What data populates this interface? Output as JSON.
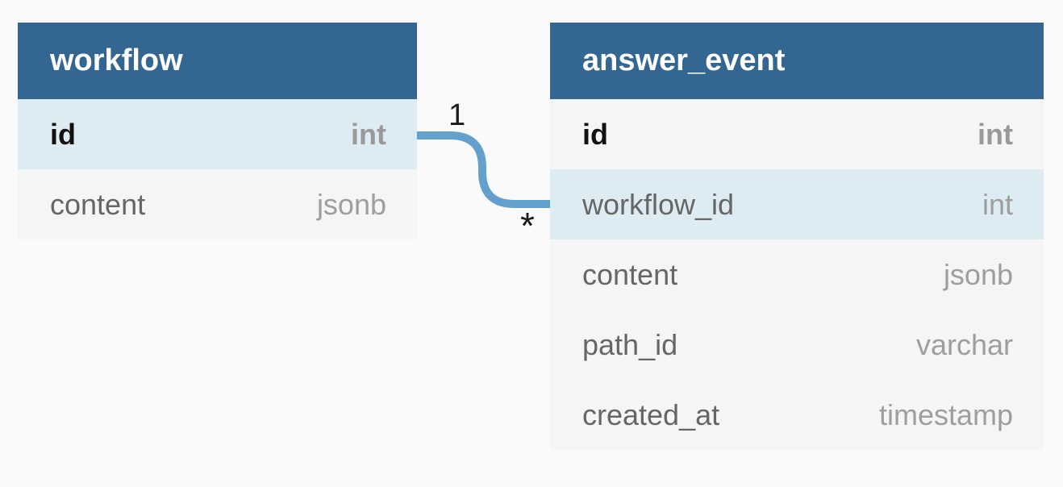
{
  "diagram": {
    "tables": [
      {
        "name": "workflow",
        "fields": [
          {
            "name": "id",
            "type": "int",
            "pk": true,
            "highlight": true
          },
          {
            "name": "content",
            "type": "jsonb",
            "pk": false,
            "highlight": false
          }
        ]
      },
      {
        "name": "answer_event",
        "fields": [
          {
            "name": "id",
            "type": "int",
            "pk": true,
            "highlight": false
          },
          {
            "name": "workflow_id",
            "type": "int",
            "pk": false,
            "highlight": true
          },
          {
            "name": "content",
            "type": "jsonb",
            "pk": false,
            "highlight": false
          },
          {
            "name": "path_id",
            "type": "varchar",
            "pk": false,
            "highlight": false
          },
          {
            "name": "created_at",
            "type": "timestamp",
            "pk": false,
            "highlight": false
          }
        ]
      }
    ],
    "relationship": {
      "from_table": "workflow",
      "from_field": "id",
      "to_table": "answer_event",
      "to_field": "workflow_id",
      "from_cardinality": "1",
      "to_cardinality": "*"
    },
    "colors": {
      "page_bg": "#fafafa",
      "header_bg": "#336791",
      "header_text": "#ffffff",
      "row_bg": "#f5f5f5",
      "row_highlight_bg": "#ddebf3",
      "field_name": "#666666",
      "field_type": "#9e9e9e",
      "pk_name": "#111111",
      "pk_type": "#999999",
      "connector": "#64a0ce",
      "label": "#1a1a1a"
    }
  }
}
